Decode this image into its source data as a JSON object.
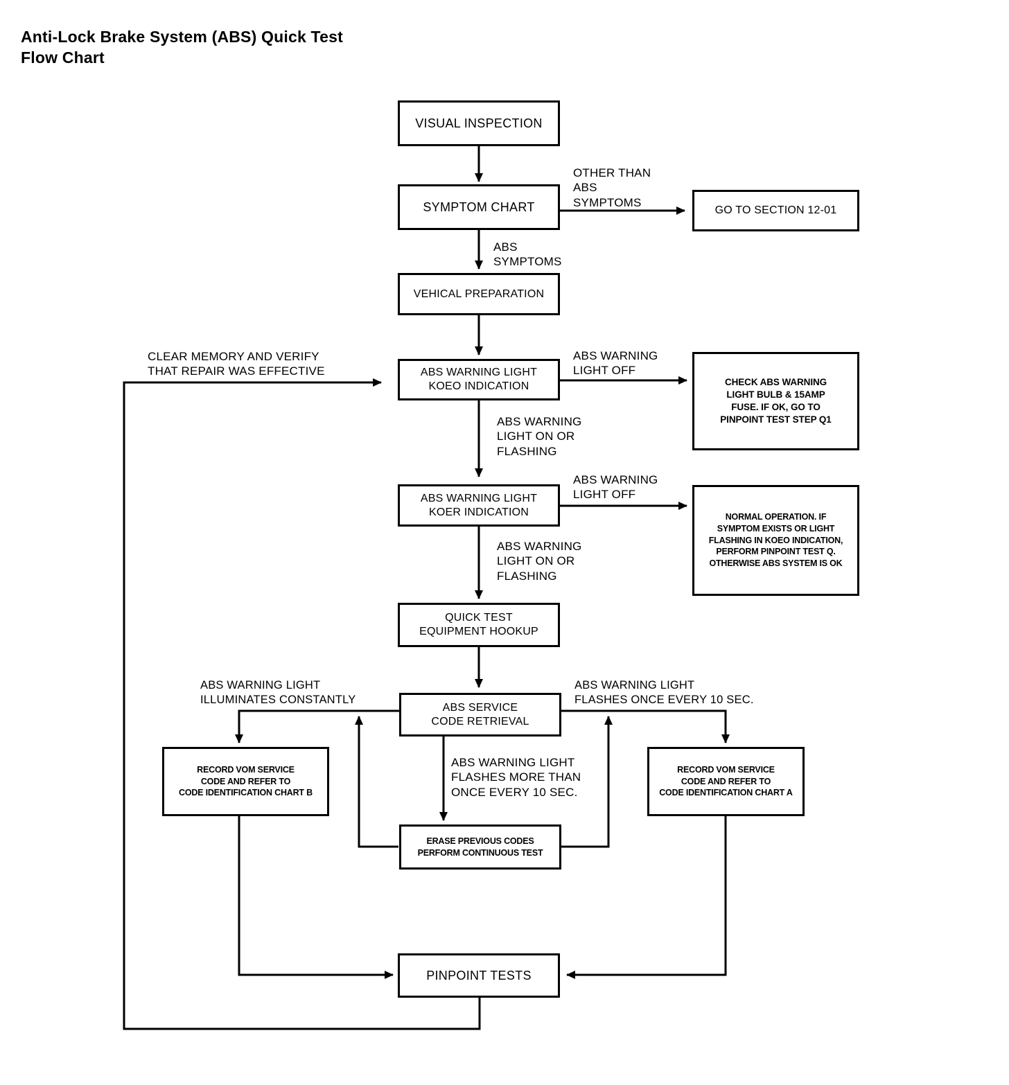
{
  "title": "Anti-Lock Brake System (ABS) Quick Test\nFlow Chart",
  "colors": {
    "ink": "#000000",
    "paper": "#ffffff"
  },
  "chart_data": {
    "type": "diagram",
    "title": "Anti-Lock Brake System (ABS) Quick Test Flow Chart",
    "nodes": [
      {
        "id": "visual_inspection",
        "label": "VISUAL INSPECTION"
      },
      {
        "id": "symptom_chart",
        "label": "SYMPTOM CHART"
      },
      {
        "id": "go_to_section",
        "label": "GO TO SECTION 12-01"
      },
      {
        "id": "vehical_preparation",
        "label": "VEHICAL PREPARATION"
      },
      {
        "id": "koeo",
        "label": "ABS WARNING LIGHT\nKOEO INDICATION"
      },
      {
        "id": "check_bulb",
        "label": "CHECK ABS WARNING\nLIGHT BULB & 15AMP\nFUSE. IF OK, GO TO\nPINPOINT TEST STEP Q1"
      },
      {
        "id": "koer",
        "label": "ABS WARNING LIGHT\nKOER INDICATION"
      },
      {
        "id": "normal_operation",
        "label": "NORMAL OPERATION. IF\nSYMPTOM EXISTS OR LIGHT\nFLASHING IN KOEO INDICATION,\nPERFORM PINPOINT TEST Q.\nOTHERWISE ABS SYSTEM IS OK"
      },
      {
        "id": "quick_test_hookup",
        "label": "QUICK TEST\nEQUIPMENT HOOKUP"
      },
      {
        "id": "code_retrieval",
        "label": "ABS SERVICE\nCODE RETRIEVAL"
      },
      {
        "id": "record_chart_b",
        "label": "RECORD VOM SERVICE\nCODE AND REFER TO\nCODE IDENTIFICATION CHART B"
      },
      {
        "id": "record_chart_a",
        "label": "RECORD VOM SERVICE\nCODE AND REFER TO\nCODE IDENTIFICATION CHART A"
      },
      {
        "id": "erase_codes",
        "label": "ERASE PREVIOUS CODES\nPERFORM CONTINUOUS TEST"
      },
      {
        "id": "pinpoint_tests",
        "label": "PINPOINT TESTS"
      }
    ],
    "edges": [
      {
        "from": "visual_inspection",
        "to": "symptom_chart",
        "label": ""
      },
      {
        "from": "symptom_chart",
        "to": "go_to_section",
        "label": "OTHER THAN\nABS\nSYMPTOMS"
      },
      {
        "from": "symptom_chart",
        "to": "vehical_preparation",
        "label": "ABS\nSYMPTOMS"
      },
      {
        "from": "vehical_preparation",
        "to": "koeo",
        "label": ""
      },
      {
        "from": "koeo",
        "to": "check_bulb",
        "label": "ABS WARNING\nLIGHT OFF"
      },
      {
        "from": "koeo",
        "to": "koer",
        "label": "ABS WARNING\nLIGHT ON OR\nFLASHING"
      },
      {
        "from": "koer",
        "to": "normal_operation",
        "label": "ABS WARNING\nLIGHT OFF"
      },
      {
        "from": "koer",
        "to": "quick_test_hookup",
        "label": "ABS WARNING\nLIGHT ON OR\nFLASHING"
      },
      {
        "from": "quick_test_hookup",
        "to": "code_retrieval",
        "label": ""
      },
      {
        "from": "code_retrieval",
        "to": "record_chart_b",
        "label": "ABS WARNING LIGHT\nILLUMINATES CONSTANTLY"
      },
      {
        "from": "code_retrieval",
        "to": "record_chart_a",
        "label": "ABS WARNING LIGHT\nFLASHES ONCE EVERY 10 SEC."
      },
      {
        "from": "code_retrieval",
        "to": "erase_codes",
        "label": "ABS WARNING LIGHT\nFLASHES MORE THAN\nONCE EVERY 10 SEC."
      },
      {
        "from": "erase_codes",
        "to": "code_retrieval",
        "label": ""
      },
      {
        "from": "record_chart_b",
        "to": "pinpoint_tests",
        "label": ""
      },
      {
        "from": "record_chart_a",
        "to": "pinpoint_tests",
        "label": ""
      },
      {
        "from": "pinpoint_tests",
        "to": "koeo",
        "label": "CLEAR MEMORY AND VERIFY\nTHAT REPAIR WAS EFFECTIVE"
      }
    ]
  },
  "nodes": {
    "visual_inspection": {
      "label": "VISUAL INSPECTION"
    },
    "symptom_chart": {
      "label": "SYMPTOM CHART"
    },
    "go_to_section": {
      "label": "GO TO SECTION 12-01"
    },
    "vehical_preparation": {
      "label": "VEHICAL PREPARATION"
    },
    "koeo": {
      "label": "ABS WARNING LIGHT\nKOEO INDICATION"
    },
    "check_bulb": {
      "label": "CHECK ABS WARNING\nLIGHT BULB & 15AMP\nFUSE. IF OK, GO TO\nPINPOINT TEST STEP Q1"
    },
    "koer": {
      "label": "ABS WARNING LIGHT\nKOER INDICATION"
    },
    "normal_operation": {
      "label": "NORMAL OPERATION. IF\nSYMPTOM EXISTS OR LIGHT\nFLASHING IN KOEO INDICATION,\nPERFORM PINPOINT TEST Q.\nOTHERWISE ABS SYSTEM IS OK"
    },
    "quick_test_hookup": {
      "label": "QUICK TEST\nEQUIPMENT HOOKUP"
    },
    "code_retrieval": {
      "label": "ABS SERVICE\nCODE RETRIEVAL"
    },
    "record_chart_b": {
      "label": "RECORD VOM SERVICE\nCODE AND REFER TO\nCODE IDENTIFICATION CHART B"
    },
    "record_chart_a": {
      "label": "RECORD VOM SERVICE\nCODE AND REFER TO\nCODE IDENTIFICATION CHART A"
    },
    "erase_codes": {
      "label": "ERASE PREVIOUS CODES\nPERFORM CONTINUOUS TEST"
    },
    "pinpoint_tests": {
      "label": "PINPOINT TESTS"
    }
  },
  "edge_labels": {
    "other_than_abs": "OTHER THAN\nABS\nSYMPTOMS",
    "abs_symptoms": "ABS\nSYMPTOMS",
    "clear_memory": "CLEAR MEMORY AND VERIFY\nTHAT REPAIR WAS EFFECTIVE",
    "koeo_light_off": "ABS WARNING\nLIGHT OFF",
    "koeo_light_on": "ABS WARNING\nLIGHT ON OR\nFLASHING",
    "koer_light_off": "ABS WARNING\nLIGHT OFF",
    "koer_light_on": "ABS WARNING\nLIGHT ON OR\nFLASHING",
    "illuminates_constantly": "ABS WARNING LIGHT\nILLUMINATES CONSTANTLY",
    "flashes_once": "ABS WARNING LIGHT\nFLASHES ONCE EVERY 10 SEC.",
    "flashes_more": "ABS WARNING LIGHT\nFLASHES MORE THAN\nONCE EVERY 10 SEC."
  }
}
